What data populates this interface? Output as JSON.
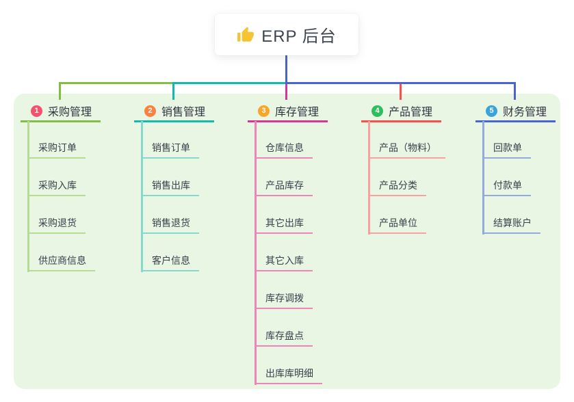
{
  "root": {
    "label": "ERP 后台",
    "icon": "thumbs-up-icon",
    "icon_color": "#f6c332"
  },
  "colors": {
    "panel_background": "#e9f6e4",
    "root_connector": "#4a63d4",
    "root_text": "#3d4350"
  },
  "branches": [
    {
      "index": "1",
      "label": "采购管理",
      "badge_color": "#f4516c",
      "line_color": "#84bd45",
      "child_line_color": "#b5dc91",
      "children": [
        "采购订单",
        "采购入库",
        "采购退货",
        "供应商信息"
      ]
    },
    {
      "index": "2",
      "label": "销售管理",
      "badge_color": "#f8823f",
      "line_color": "#14b9ab",
      "child_line_color": "#85d8cd",
      "children": [
        "销售订单",
        "销售出库",
        "销售退货",
        "客户信息"
      ]
    },
    {
      "index": "3",
      "label": "库存管理",
      "badge_color": "#f7a629",
      "line_color": "#d63695",
      "child_line_color": "#ee84ba",
      "children": [
        "仓库信息",
        "产品库存",
        "其它出库",
        "其它入库",
        "库存调拨",
        "库存盘点",
        "出库库明细"
      ]
    },
    {
      "index": "4",
      "label": "产品管理",
      "badge_color": "#2fbe5e",
      "line_color": "#f54f4f",
      "child_line_color": "#f9a0a0",
      "children": [
        "产品（物料）",
        "产品分类",
        "产品单位"
      ]
    },
    {
      "index": "5",
      "label": "财务管理",
      "badge_color": "#37a4dc",
      "line_color": "#4a63d4",
      "child_line_color": "#93aade",
      "children": [
        "回款单",
        "付款单",
        "结算账户"
      ]
    }
  ]
}
